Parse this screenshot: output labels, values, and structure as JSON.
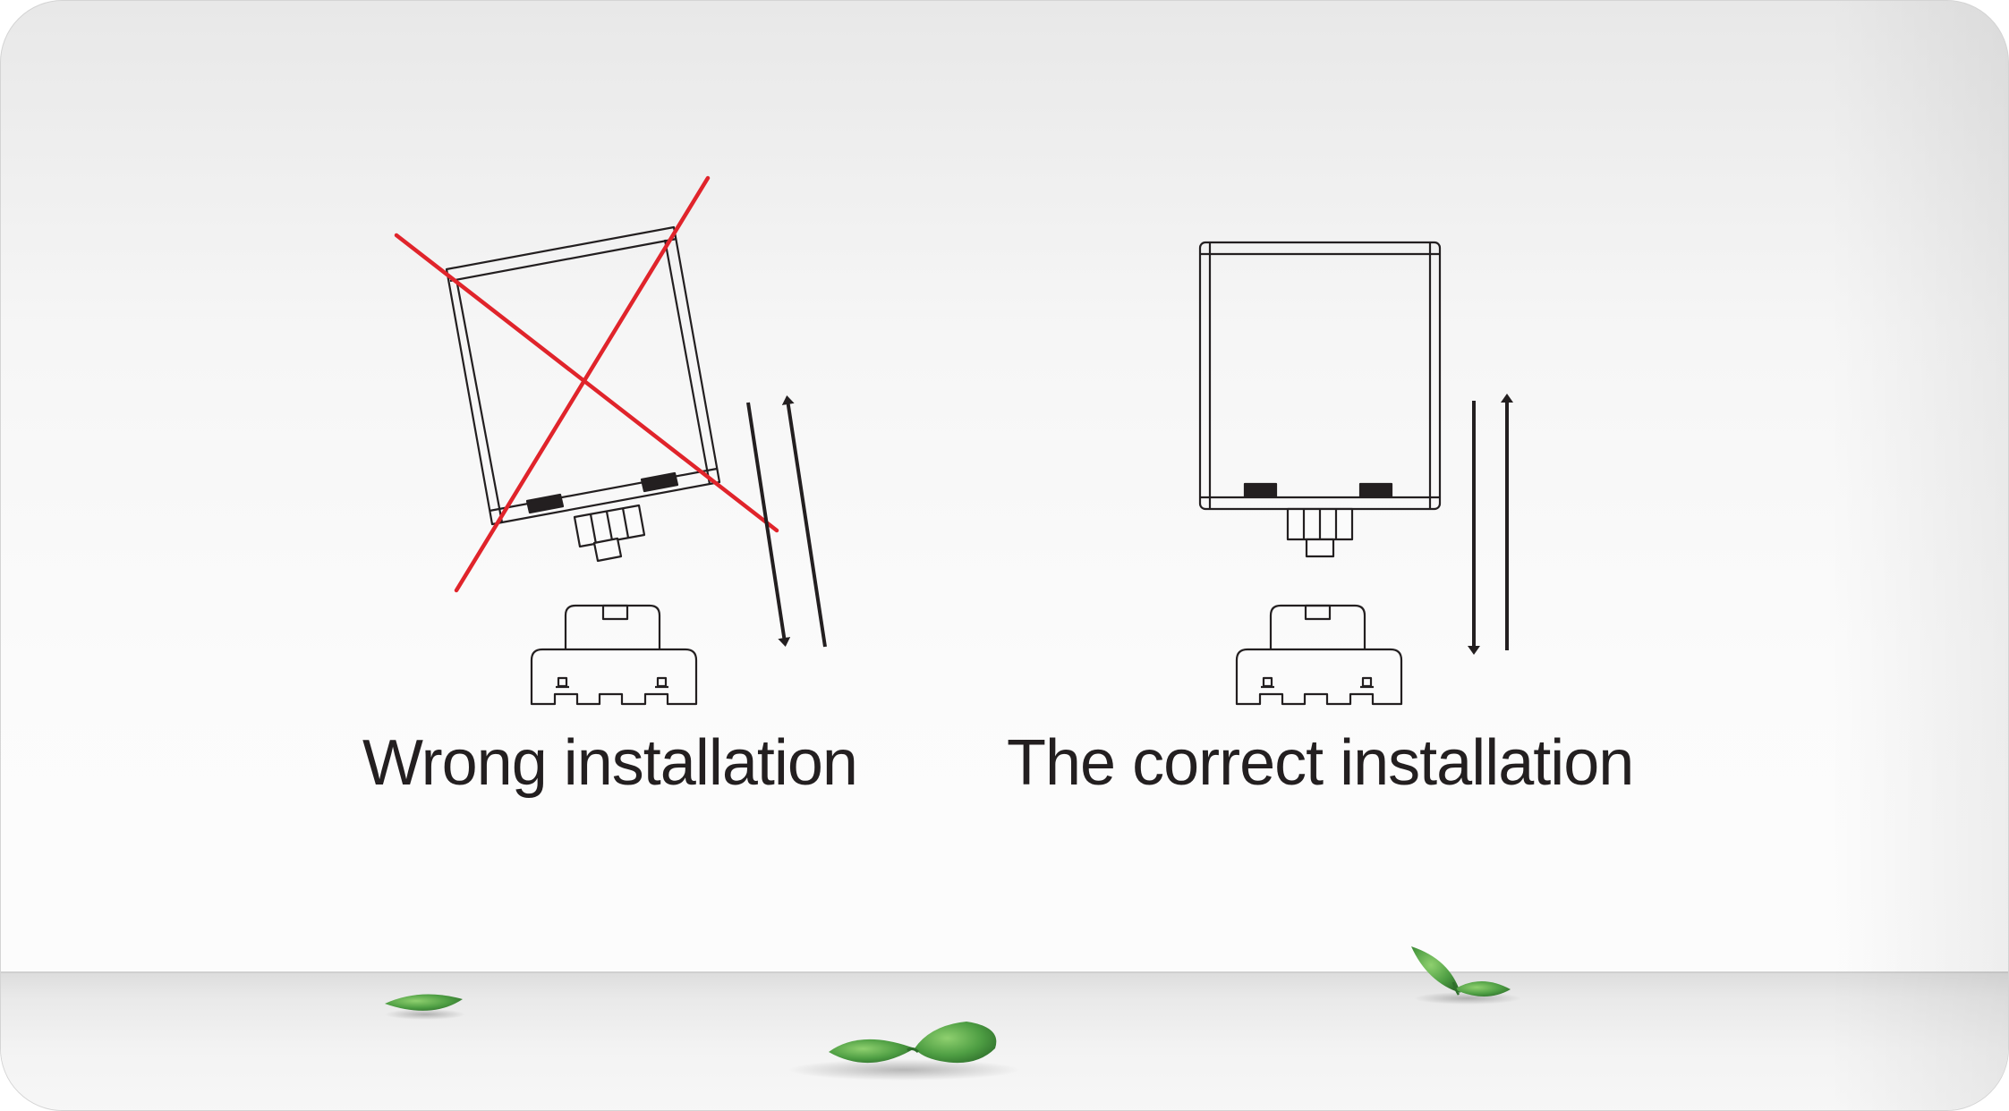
{
  "captions": {
    "wrong": "Wrong installation",
    "correct": "The correct installation"
  },
  "colors": {
    "line": "#231f20",
    "cross": "#e0242b",
    "leaf": "#5fae4f"
  },
  "icons": {
    "relay": "relay-module-outline",
    "socket": "relay-socket-outline",
    "cross": "red-x-mark",
    "arrows": "up-down-arrows",
    "leaves": "green-leaf"
  }
}
